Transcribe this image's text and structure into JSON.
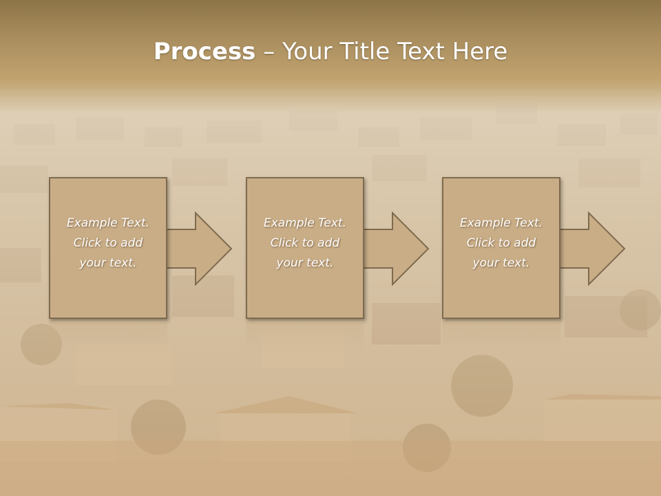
{
  "slide": {
    "title_bold": "Process",
    "title_rest": " – Your Title Text Here"
  },
  "steps": [
    {
      "line1": "Example Text.",
      "line2": "Click  to add",
      "line3": "your text."
    },
    {
      "line1": "Example Text.",
      "line2": "Click  to add",
      "line3": "your text."
    },
    {
      "line1": "Example Text.",
      "line2": "Click  to add",
      "line3": "your text."
    }
  ],
  "colors": {
    "header": "#a78b5c",
    "card_fill": "#c9ad86",
    "card_border": "#7e6a4e",
    "text": "#ffffff"
  },
  "icons": [
    "arrow-right-icon"
  ]
}
